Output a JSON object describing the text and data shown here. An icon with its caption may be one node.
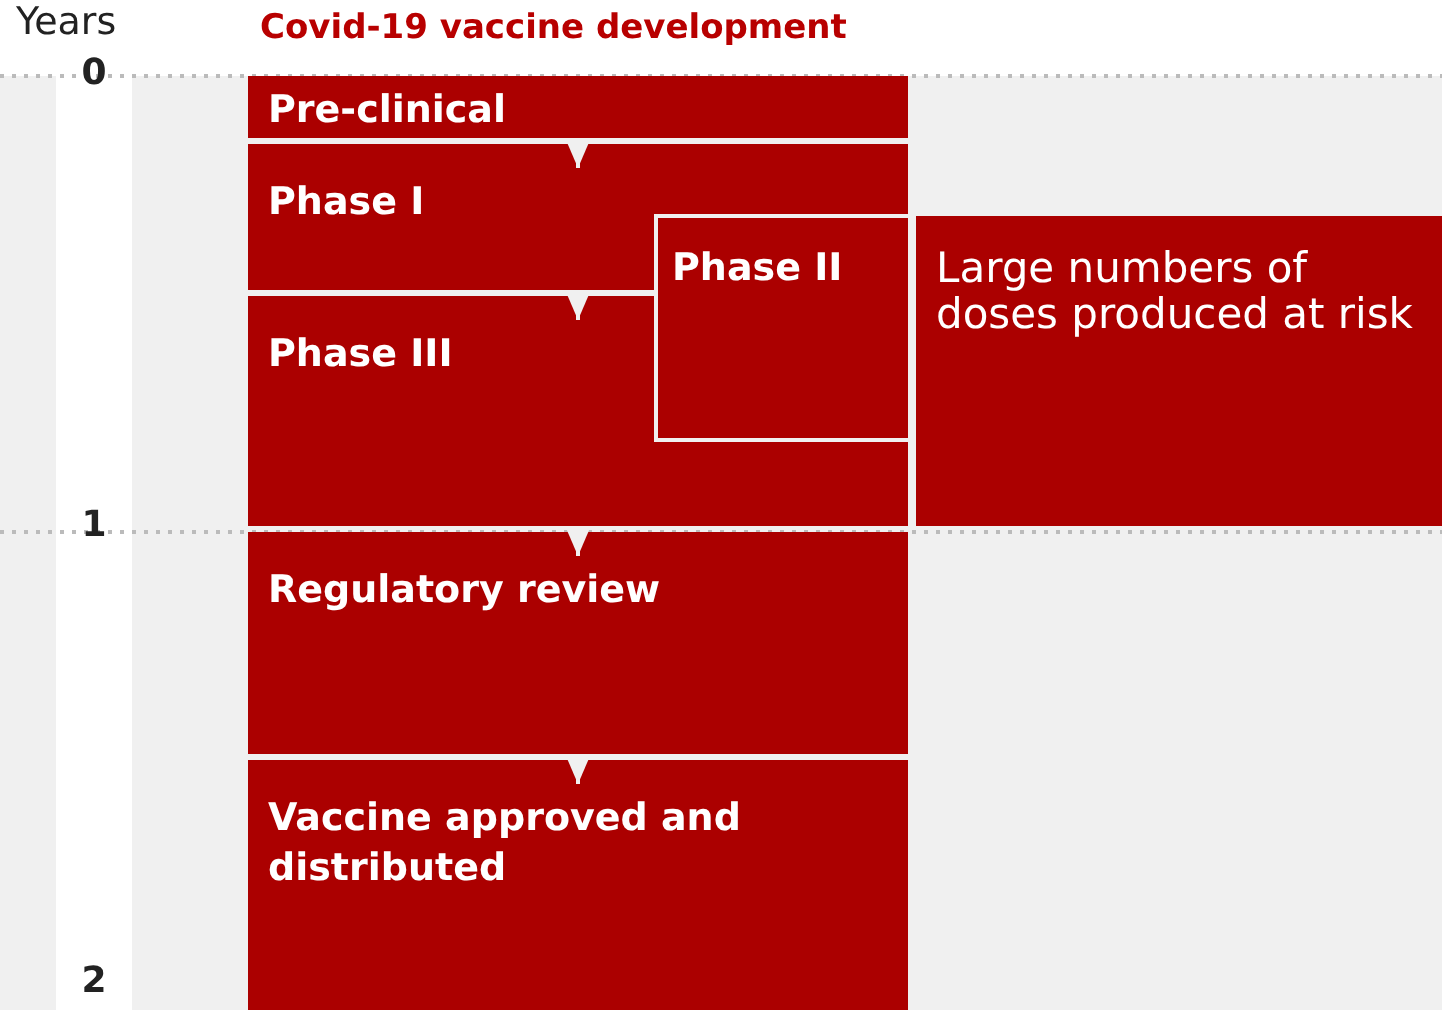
{
  "diagram": {
    "title": "Covid-19 vaccine development",
    "nodes": [
      {
        "text": [
          "Pre-clinical"
        ]
      },
      {
        "text": [
          "Phase I"
        ]
      },
      {
        "text": [
          "Phase II"
        ]
      },
      {
        "text": [
          "Phase III"
        ]
      },
      {
        "text": [
          "Large numbers of doses produced at risk"
        ]
      },
      {
        "text": [
          "Regulatory review"
        ]
      },
      {
        "text": [
          "Vaccine approved and distributed"
        ]
      }
    ],
    "edges": [
      {
        "from": 0,
        "to": 1,
        "arrow": "to"
      },
      {
        "from": 1,
        "to": 3,
        "arrow": "to"
      },
      {
        "from": 3,
        "to": 5,
        "arrow": "to"
      },
      {
        "from": 5,
        "to": 6,
        "arrow": "to"
      }
    ],
    "labels": [
      "Years",
      "0",
      "1",
      "2"
    ]
  }
}
